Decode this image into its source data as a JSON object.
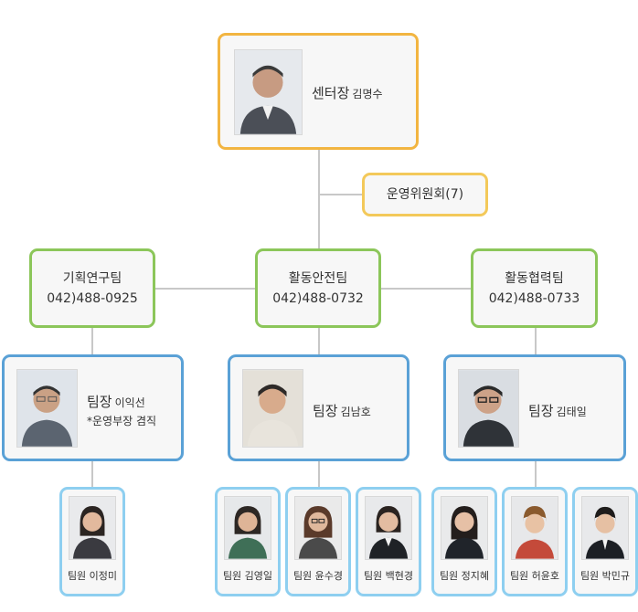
{
  "director": {
    "role": "센터장",
    "name": "김명수"
  },
  "committee": {
    "label": "운영위원회(7)"
  },
  "teams": [
    {
      "name": "기획연구팀",
      "phone": "042)488-0925",
      "leader": {
        "role": "팀장",
        "name": "이익선",
        "note": "*운영부장 겸직"
      },
      "members": [
        "팀원 이정미"
      ]
    },
    {
      "name": "활동안전팀",
      "phone": "042)488-0732",
      "leader": {
        "role": "팀장",
        "name": "김남호",
        "note": ""
      },
      "members": [
        "팀원 김영일",
        "팀원 윤수경",
        "팀원 백현경"
      ]
    },
    {
      "name": "활동협력팀",
      "phone": "042)488-0733",
      "leader": {
        "role": "팀장",
        "name": "김태일",
        "note": ""
      },
      "members": [
        "팀원 정지혜",
        "팀원 허윤호",
        "팀원 박민규"
      ]
    }
  ],
  "colors": {
    "director_border": "#f2b541",
    "committee_border": "#f3c95a",
    "team_border": "#8cc65a",
    "leader_border": "#5aa1d6",
    "member_border": "#8ecff0",
    "connector": "#c8c8c8"
  }
}
